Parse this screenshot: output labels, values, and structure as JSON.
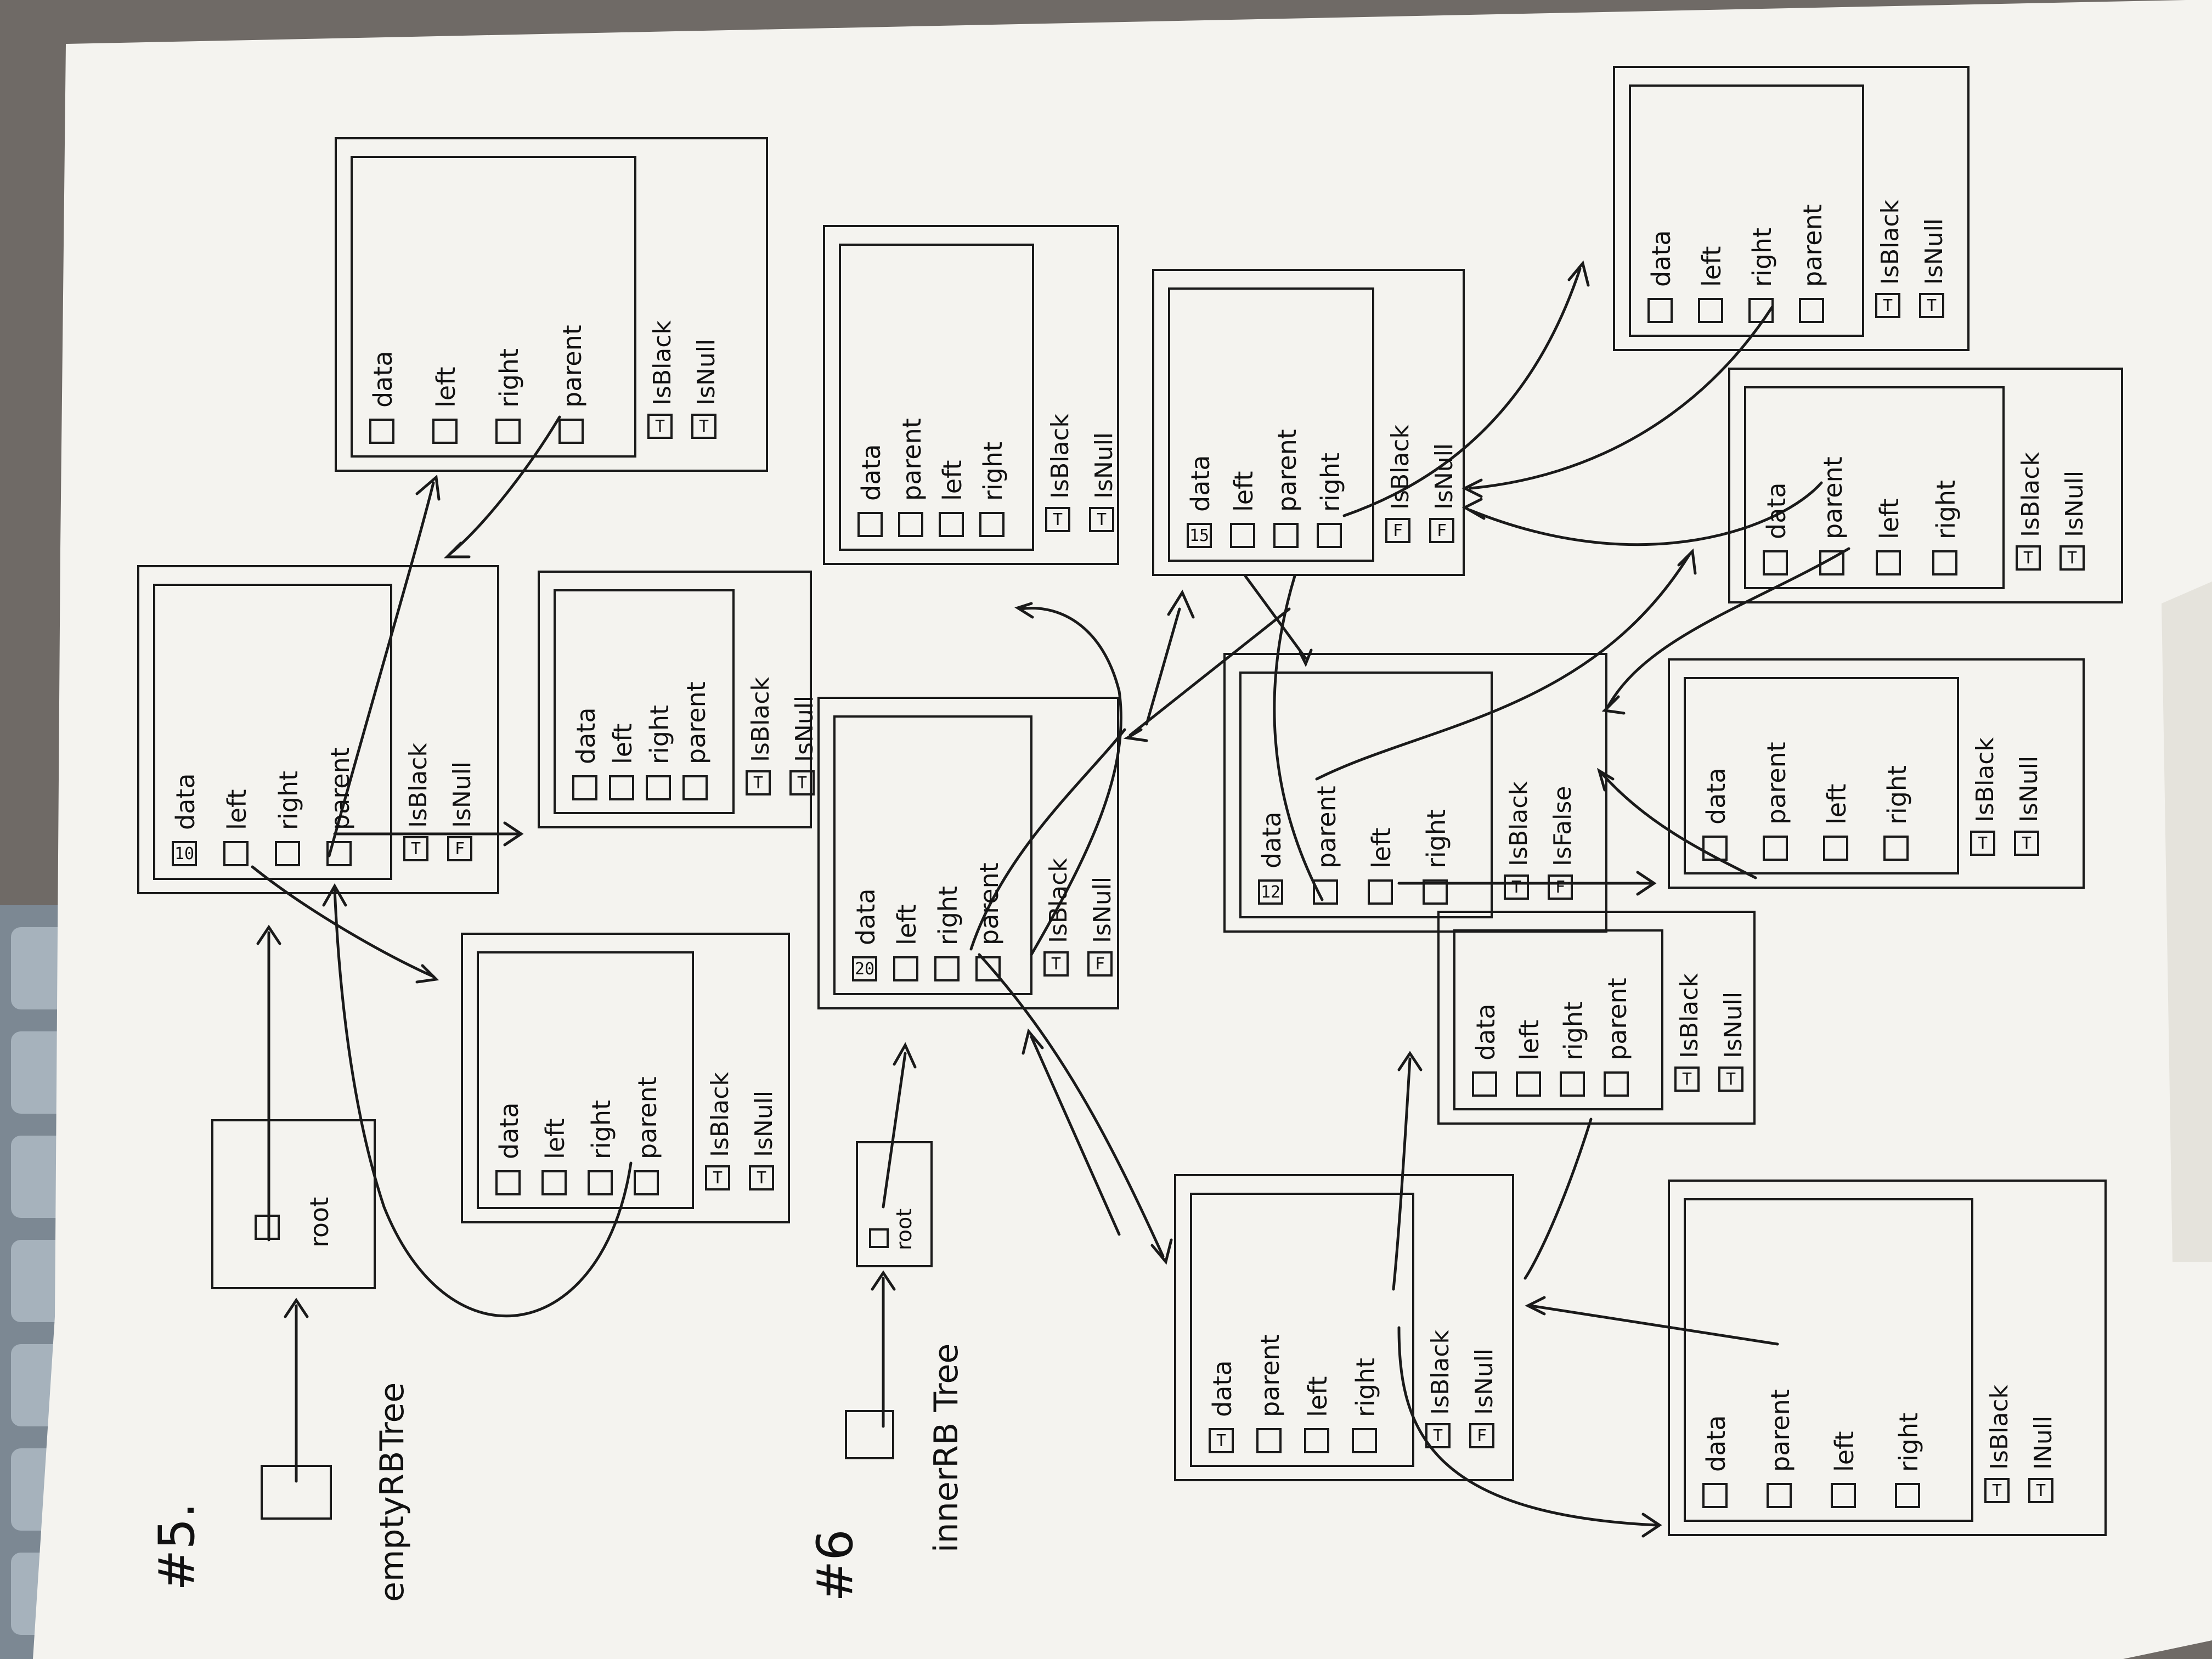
{
  "labels": {
    "section5": "#5.",
    "section6": "#6",
    "empty_tree": "emptyRBTree",
    "inner_tree": "innerRB Tree",
    "root": "root"
  },
  "nodes": [
    {
      "id": "n-top-left",
      "fields": [
        "data",
        "left",
        "right",
        "parent"
      ],
      "flags": [
        "IsBlack",
        "IsNull"
      ],
      "values": [
        "",
        "",
        "",
        ""
      ],
      "flag_values": [
        "T",
        "T"
      ]
    },
    {
      "id": "n-mid-left",
      "fields": [
        "data",
        "left",
        "right",
        "parent"
      ],
      "flags": [
        "IsBlack",
        "IsNull"
      ],
      "values": [
        "10",
        "",
        "",
        ""
      ],
      "flag_values": [
        "T",
        "F"
      ]
    },
    {
      "id": "n-mid-right-small",
      "fields": [
        "data",
        "left",
        "right",
        "parent"
      ],
      "flags": [
        "IsBlack",
        "IsNull"
      ],
      "values": [
        "",
        "",
        "",
        ""
      ],
      "flag_values": [
        "T",
        "T"
      ]
    },
    {
      "id": "n-bottom-left",
      "fields": [
        "data",
        "left",
        "right",
        "parent"
      ],
      "flags": [
        "IsBlack",
        "IsNull"
      ],
      "values": [
        "",
        "",
        "",
        ""
      ],
      "flag_values": [
        "T",
        "T"
      ]
    },
    {
      "id": "n-center-top",
      "fields": [
        "data",
        "parent",
        "left",
        "right"
      ],
      "flags": [
        "IsBlack",
        "IsNull"
      ],
      "values": [
        "",
        "",
        "",
        ""
      ],
      "flag_values": [
        "T",
        "T"
      ]
    },
    {
      "id": "n-center",
      "fields": [
        "data",
        "left",
        "right",
        "parent"
      ],
      "flags": [
        "IsBlack",
        "IsNull"
      ],
      "values": [
        "20",
        "",
        "",
        ""
      ],
      "flag_values": [
        "T",
        "F"
      ]
    },
    {
      "id": "n-upper-center-right",
      "fields": [
        "data",
        "left",
        "parent",
        "right"
      ],
      "flags": [
        "IsBlack",
        "IsNull"
      ],
      "values": [
        "15",
        "",
        "",
        ""
      ],
      "flag_values": [
        "F",
        "F"
      ]
    },
    {
      "id": "n-far-top-right",
      "fields": [
        "data",
        "left",
        "right",
        "parent"
      ],
      "flags": [
        "IsBlack",
        "IsNull"
      ],
      "values": [
        "",
        "",
        "",
        ""
      ],
      "flag_values": [
        "T",
        "T"
      ]
    },
    {
      "id": "n-right-upper",
      "fields": [
        "data",
        "parent",
        "left",
        "right"
      ],
      "flags": [
        "IsBlack",
        "IsNull"
      ],
      "values": [
        "",
        "",
        "",
        ""
      ],
      "flag_values": [
        "T",
        "T"
      ]
    },
    {
      "id": "n-right-mid",
      "fields": [
        "data",
        "parent",
        "left",
        "right"
      ],
      "flags": [
        "IsBlack",
        "IsFalse"
      ],
      "values": [
        "12",
        "",
        "",
        ""
      ],
      "flag_values": [
        "T",
        "F"
      ]
    },
    {
      "id": "n-right-mid-2",
      "fields": [
        "data",
        "parent",
        "left",
        "right"
      ],
      "flags": [
        "IsBlack",
        "IsNull"
      ],
      "values": [
        "",
        "",
        "",
        ""
      ],
      "flag_values": [
        "T",
        "T"
      ]
    },
    {
      "id": "n-right-lower-small",
      "fields": [
        "data",
        "left",
        "right",
        "parent"
      ],
      "flags": [
        "IsBlack",
        "IsNull"
      ],
      "values": [
        "",
        "",
        "",
        ""
      ],
      "flag_values": [
        "T",
        "T"
      ]
    },
    {
      "id": "n-bottom-center",
      "fields": [
        "data",
        "parent",
        "left",
        "right"
      ],
      "flags": [
        "IsBlack",
        "IsNull"
      ],
      "values": [
        "T",
        "",
        "",
        ""
      ],
      "flag_values": [
        "T",
        "F"
      ]
    },
    {
      "id": "n-bottom-right",
      "fields": [
        "data",
        "parent",
        "left",
        "right"
      ],
      "flags": [
        "IsBlack",
        "INull"
      ],
      "values": [
        "",
        "",
        "",
        ""
      ],
      "flag_values": [
        "T",
        "T"
      ]
    }
  ]
}
